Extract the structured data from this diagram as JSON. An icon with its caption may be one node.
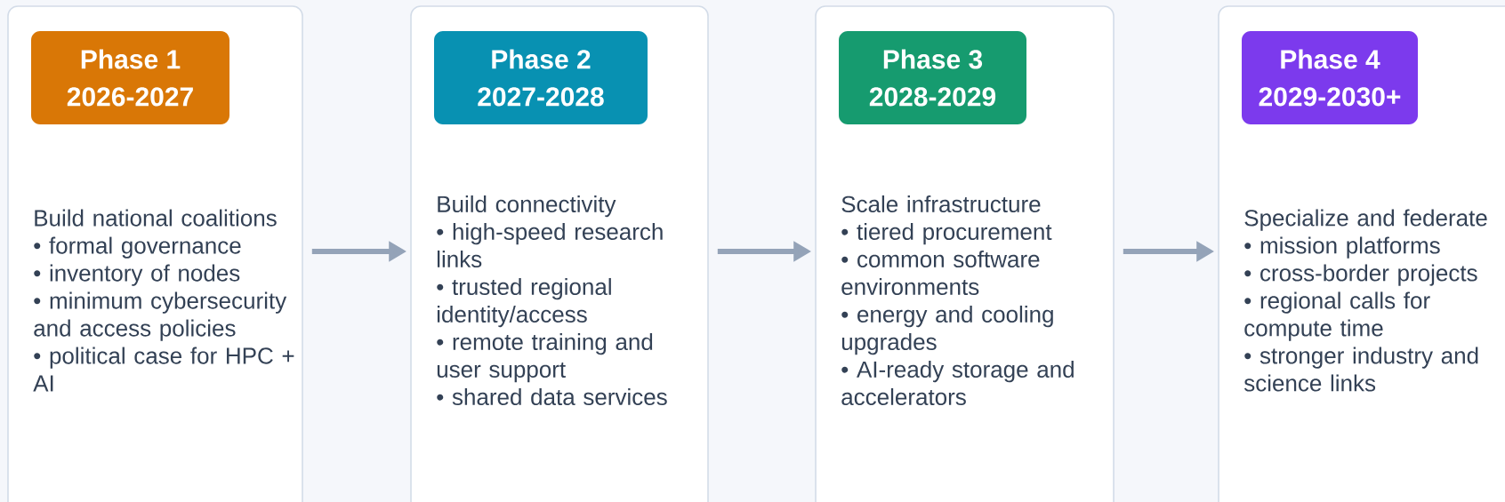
{
  "diagram": {
    "nodes": [
      {
        "text": [
          "Build national coalitions",
          "• formal governance",
          "• inventory of nodes",
          "• minimum cybersecurity and access policies",
          "• political case for HPC + AI"
        ]
      },
      {
        "text": [
          "Phase 1",
          "2026-2027"
        ],
        "in": 0
      },
      {
        "text": [
          "Build connectivity",
          "• high-speed research links",
          "• trusted regional identity/access",
          "• remote training and user support",
          "• shared data services"
        ]
      },
      {
        "text": [
          "Phase 2",
          "2027-2028"
        ],
        "in": 2
      },
      {
        "text": [
          "Scale infrastructure",
          "• tiered procurement",
          "• common software environments",
          "• energy and cooling upgrades",
          "• AI-ready storage and accelerators"
        ]
      },
      {
        "text": [
          "Phase 3",
          "2028-2029"
        ],
        "in": 4
      },
      {
        "text": [
          "Specialize and federate",
          "• mission platforms",
          "• cross-border projects",
          "• regional calls for compute time",
          "• stronger industry and science links"
        ]
      },
      {
        "text": [
          "Phase 4",
          "2029-2030+"
        ],
        "in": 6
      }
    ],
    "edges": [
      {
        "from": 0,
        "to": 2,
        "arrow": "to"
      },
      {
        "from": 2,
        "to": 4,
        "arrow": "to"
      },
      {
        "from": 4,
        "to": 6,
        "arrow": "to"
      }
    ]
  }
}
